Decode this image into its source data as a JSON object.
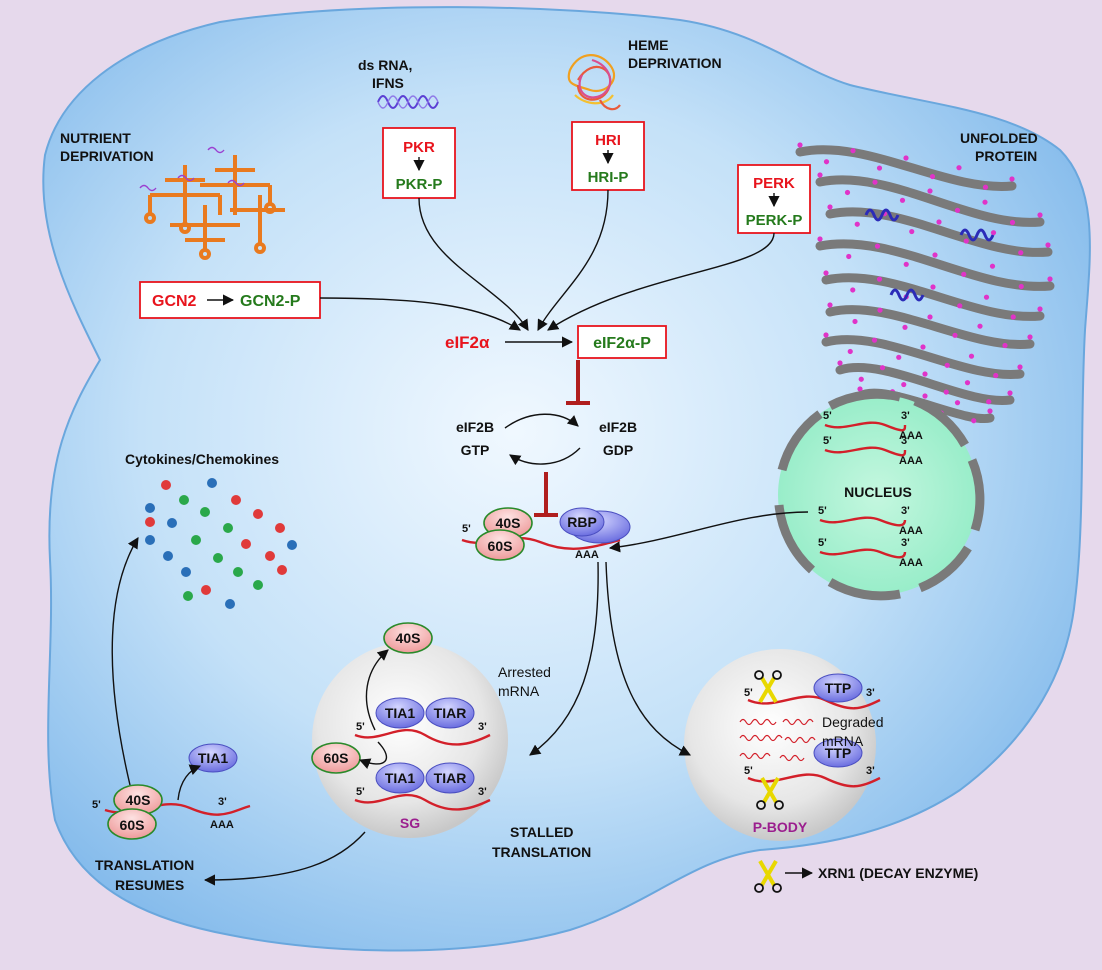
{
  "stimuli": {
    "nutrient": "NUTRIENT\nDEPRIVATION",
    "dsrna": "ds RNA,\nIFNS",
    "heme": "HEME\nDEPRIVATION",
    "unfolded": "UNFOLDED\nPROTEIN"
  },
  "kinases": {
    "pkr": "PKR",
    "pkr_p": "PKR-P",
    "hri": "HRI",
    "hri_p": "HRI-P",
    "perk": "PERK",
    "perk_p": "PERK-P",
    "gcn2": "GCN2",
    "gcn2_p": "GCN2-P"
  },
  "eif": {
    "eif2a": "eIF2α",
    "eif2a_p": "eIF2α-P",
    "eif2b_gtp_1": "eIF2B",
    "eif2b_gtp_2": "GTP",
    "eif2b_gdp_1": "eIF2B",
    "eif2b_gdp_2": "GDP"
  },
  "ribosome": {
    "s40": "40S",
    "s60": "60S",
    "rbp": "RBP",
    "five": "5'",
    "three": "3'",
    "aaa": "AAA"
  },
  "nucleus": {
    "label": "NUCLEUS"
  },
  "cytokines": {
    "label": "Cytokines/Chemokines"
  },
  "stress_granule": {
    "label": "SG",
    "tia1": "TIA1",
    "tiar": "TIAR",
    "arrested": "Arrested\nmRNA",
    "stalled": "STALLED\nTRANSLATION"
  },
  "pbody": {
    "label": "P-BODY",
    "ttp": "TTP",
    "degraded": "Degraded\nmRNA"
  },
  "translation": {
    "resumes": "TRANSLATION\nRESUMES",
    "tia1": "TIA1"
  },
  "legend": {
    "xrn1": "XRN1 (DECAY ENZYME)"
  },
  "colors": {
    "background": "#e6d9ec",
    "cell": "#8fc3ee",
    "nucleus": "#a8f0cf",
    "er": "#7a7a7a",
    "kinase_text": "#e8141d",
    "phospho_text": "#257a1c",
    "mrna": "#d3202a",
    "granule_label": "#9b1e8e",
    "scissors": "#f1e60c"
  }
}
